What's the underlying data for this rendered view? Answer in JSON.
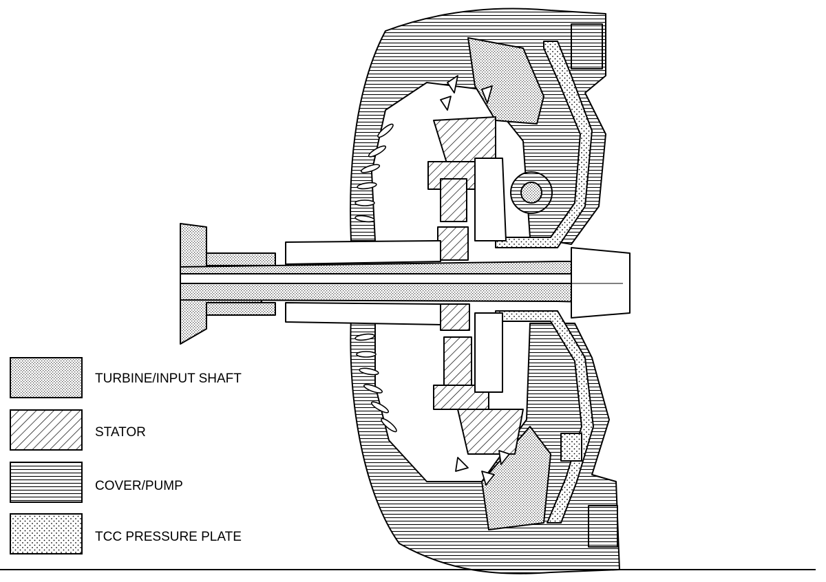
{
  "legend": {
    "items": [
      {
        "key": "turbine",
        "label": "TURBINE/INPUT SHAFT"
      },
      {
        "key": "stator",
        "label": "STATOR"
      },
      {
        "key": "cover",
        "label": "COVER/PUMP"
      },
      {
        "key": "tcc",
        "label": "TCC PRESSURE PLATE"
      }
    ]
  },
  "colors": {
    "line": "#000000",
    "background": "#ffffff"
  }
}
